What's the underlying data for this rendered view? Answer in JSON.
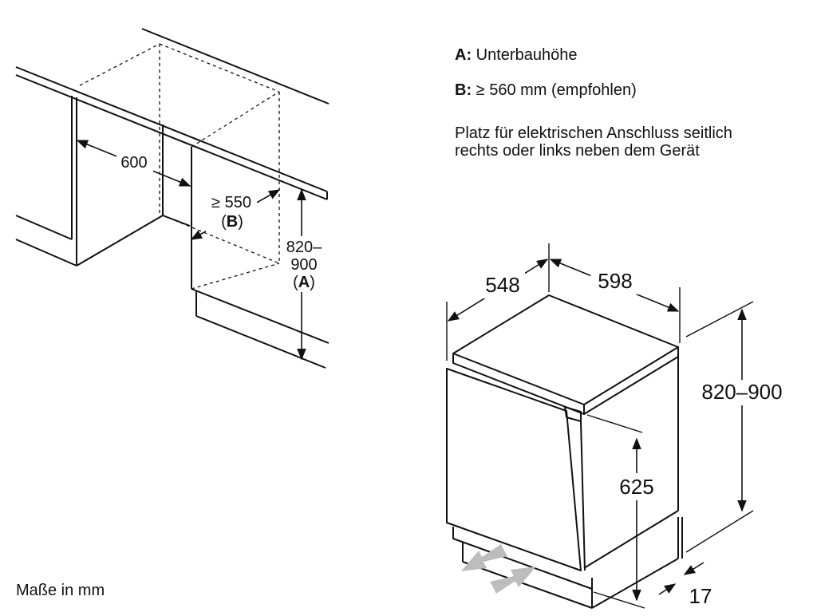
{
  "notes": {
    "a_key": "A:",
    "a_text": "Unterbauhöhe",
    "b_key": "B:",
    "b_text": "≥ 560 mm (empfohlen)",
    "connection_note": "Platz für elektrischen Anschluss seitlich rechts oder links neben dem Gerät"
  },
  "niche": {
    "width": "600",
    "depth": "≥ 550",
    "depth_letter": "B",
    "height_line1": "820–",
    "height_line2": "900",
    "height_letter": "A"
  },
  "appliance": {
    "depth": "548",
    "width": "598",
    "height": "820–900",
    "door_height": "625",
    "plinth": "17",
    "airflow_arrows": "light-grey-arrows"
  },
  "footer": {
    "units_note": "Maße in mm"
  }
}
